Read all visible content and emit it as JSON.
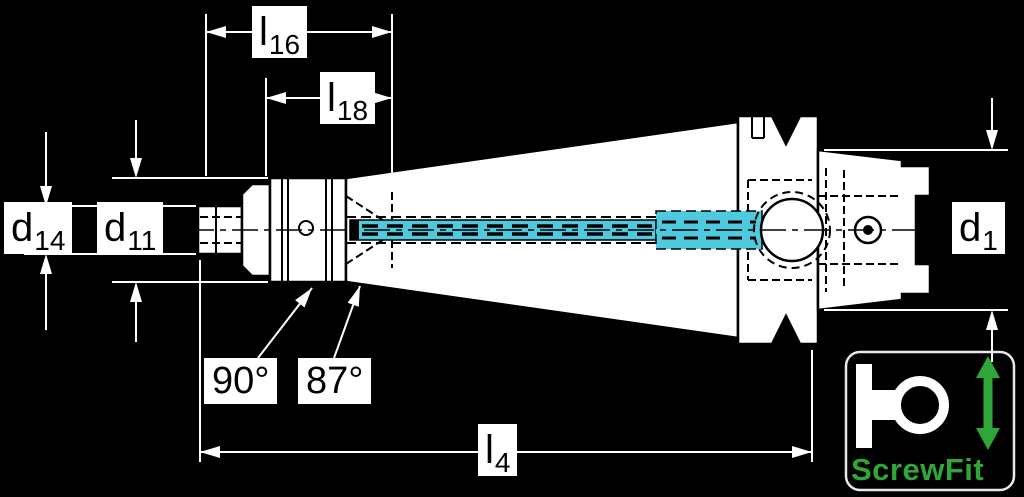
{
  "colors": {
    "background": "#000000",
    "body_fill": "#ffffff",
    "outline": "#000000",
    "coolant_highlight": "#4ec9de",
    "brand_green": "#2fa738",
    "dimension_lines": "#ffffff",
    "label_background": "#ffffff",
    "label_text": "#000000"
  },
  "dimensions": {
    "l16": {
      "base": "l",
      "sub": "16"
    },
    "l18": {
      "base": "l",
      "sub": "18"
    },
    "d14": {
      "base": "d",
      "sub": "14"
    },
    "d11": {
      "base": "d",
      "sub": "11"
    },
    "d1": {
      "base": "d",
      "sub": "1"
    },
    "l4": {
      "base": "l",
      "sub": "4"
    },
    "angle_90": "90°",
    "angle_87": "87°"
  },
  "logo": {
    "text": "ScrewFit"
  },
  "icons": {
    "logo_glyph": "screwfit-coupling-profile-icon",
    "logo_arrow": "double-headed-vertical-arrow-icon"
  }
}
